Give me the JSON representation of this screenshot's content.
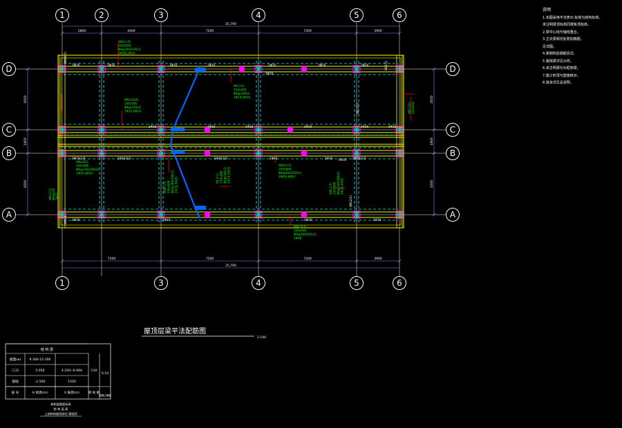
{
  "drawing": {
    "title": "屋顶层梁平法配筋图",
    "scale": "1:100"
  },
  "axes": {
    "columns": [
      "1",
      "2",
      "3",
      "4",
      "5",
      "6"
    ],
    "rows": [
      "D",
      "C",
      "B",
      "A"
    ],
    "bottom_columns": [
      "1",
      "3",
      "4",
      "5",
      "6"
    ]
  },
  "dimensions": {
    "top_segments": [
      "2800",
      "4400",
      "7200",
      "7200",
      "3900"
    ],
    "top_total": "25,700",
    "bottom_segments": [
      "7200",
      "7200",
      "7200",
      "3900"
    ],
    "bottom_total": "25,700",
    "left_segments": [
      "4500",
      "1800",
      "4500"
    ],
    "right_segments": [
      "4500",
      "1800",
      "4500"
    ]
  },
  "notes": {
    "heading": "说明",
    "items": [
      "1.本图采用平法表示,标高为结构标高。",
      "  未注明梁顶标高同楼板顶标高。",
      "2.梁中心线与轴线重合。",
      "3.主次梁相交处附加箍筋。",
      "  见详图。",
      "4.梁侧构造钢筋另详。",
      "5.悬挑梁详见大样。",
      "6.未注明梁均为框架梁。",
      "7.施工时须与建施核对。",
      "8.其余详见总说明。"
    ]
  },
  "table": {
    "title": "结 构 层",
    "rows": [
      {
        "c1": "屋面(w)",
        "c2": "9.300-15.300",
        "c3": "",
        "c4": ""
      },
      {
        "c1": "二(2)",
        "c2": "5.050",
        "c3": "4.250~6.900",
        "c4": "C30"
      },
      {
        "c1": "基础",
        "c2": "-2.500",
        "c3": "1550",
        "c4": ""
      },
      {
        "c1": "层 号",
        "c2": "H 标高(m)",
        "c3": "h 层高(m)",
        "c4": "梁 柱 板"
      }
    ],
    "side_value": "0.10",
    "extra_cell": "混凝土等级",
    "footer": [
      "结构层楼面标高",
      "结 构 层 高",
      "上部结构嵌固部位:基础顶"
    ]
  },
  "beam_labels": {
    "top_axis_beam": "WKL1(5)",
    "mid_span_labels": [
      "2Φ16",
      "2Φ16",
      "2Φ16",
      "2Φ16",
      "2Φ16",
      "3Φ16",
      "2Φ16"
    ],
    "span_labels_b": [
      "2Φ16/2/2",
      "2Φ16/2/2",
      "2Φ16/2/2",
      "2Φ16",
      "2Φ16",
      "2Φ16/2/2"
    ],
    "mid_C": [
      "2Φ16",
      "2Φ16",
      "2Φ16",
      "2Φ16",
      "2Φ16"
    ],
    "bot_A": [
      "2Φ16",
      "2Φ16",
      "2Φ16",
      "2Φ16"
    ],
    "small_tags": [
      "5Φ16",
      "3Φ16",
      "6Φ16"
    ],
    "vertical_texts": [
      "WKL-1",
      "WL-1(1)",
      "WKL2(2)",
      "WL2(1)"
    ],
    "callouts": [
      {
        "id": "c1",
        "lines": [
          "WKL1(5)",
          "250x500",
          "Φ8@100/200(2)",
          "2Φ18;3Φ18"
        ]
      },
      {
        "id": "c2",
        "lines": [
          "WKL4(1A)",
          "250x500",
          "Φ8@100(2)",
          "2Φ16;4Φ16"
        ]
      },
      {
        "id": "c3",
        "lines": [
          "WL1(1)",
          "250x500",
          "Φ8@200(2)",
          "2Φ14;3Φ16"
        ]
      },
      {
        "id": "c4",
        "lines": [
          "WKL5(3)",
          "250x600",
          "Φ8@100/200(2)",
          "2Φ18;4Φ20"
        ]
      },
      {
        "id": "c5",
        "lines": [
          "WKL3(3)",
          "250x500",
          "Φ8@100/200(2)",
          "2Φ18"
        ]
      },
      {
        "id": "c6",
        "lines": [
          "WKL6(3)",
          "250x600",
          "Φ8@100/200(2)",
          "2Φ20;3Φ20"
        ]
      },
      {
        "id": "c7",
        "lines": [
          "WL2(1)",
          "250x400",
          "Φ8@200(2)",
          "2Φ14;2Φ16"
        ]
      },
      {
        "id": "c8",
        "lines": [
          "WKL7(3)",
          "250x600",
          "Φ8@100/200(2)",
          "2Φ18;3Φ20"
        ]
      },
      {
        "id": "c9",
        "lines": [
          "WKL1(5)",
          "250x600",
          "Φ8@100/200(2)",
          "2Φ20;4Φ20"
        ]
      }
    ]
  },
  "colors": {
    "background": "#000000",
    "axis": "#ffffff",
    "beam": "#ffff00",
    "column": "#ff00ff",
    "dashed": "#00ffff",
    "annotation": "#00ff00",
    "leader": "#ff0000",
    "stair": "#0066ff",
    "dimension": "#8888ff"
  }
}
